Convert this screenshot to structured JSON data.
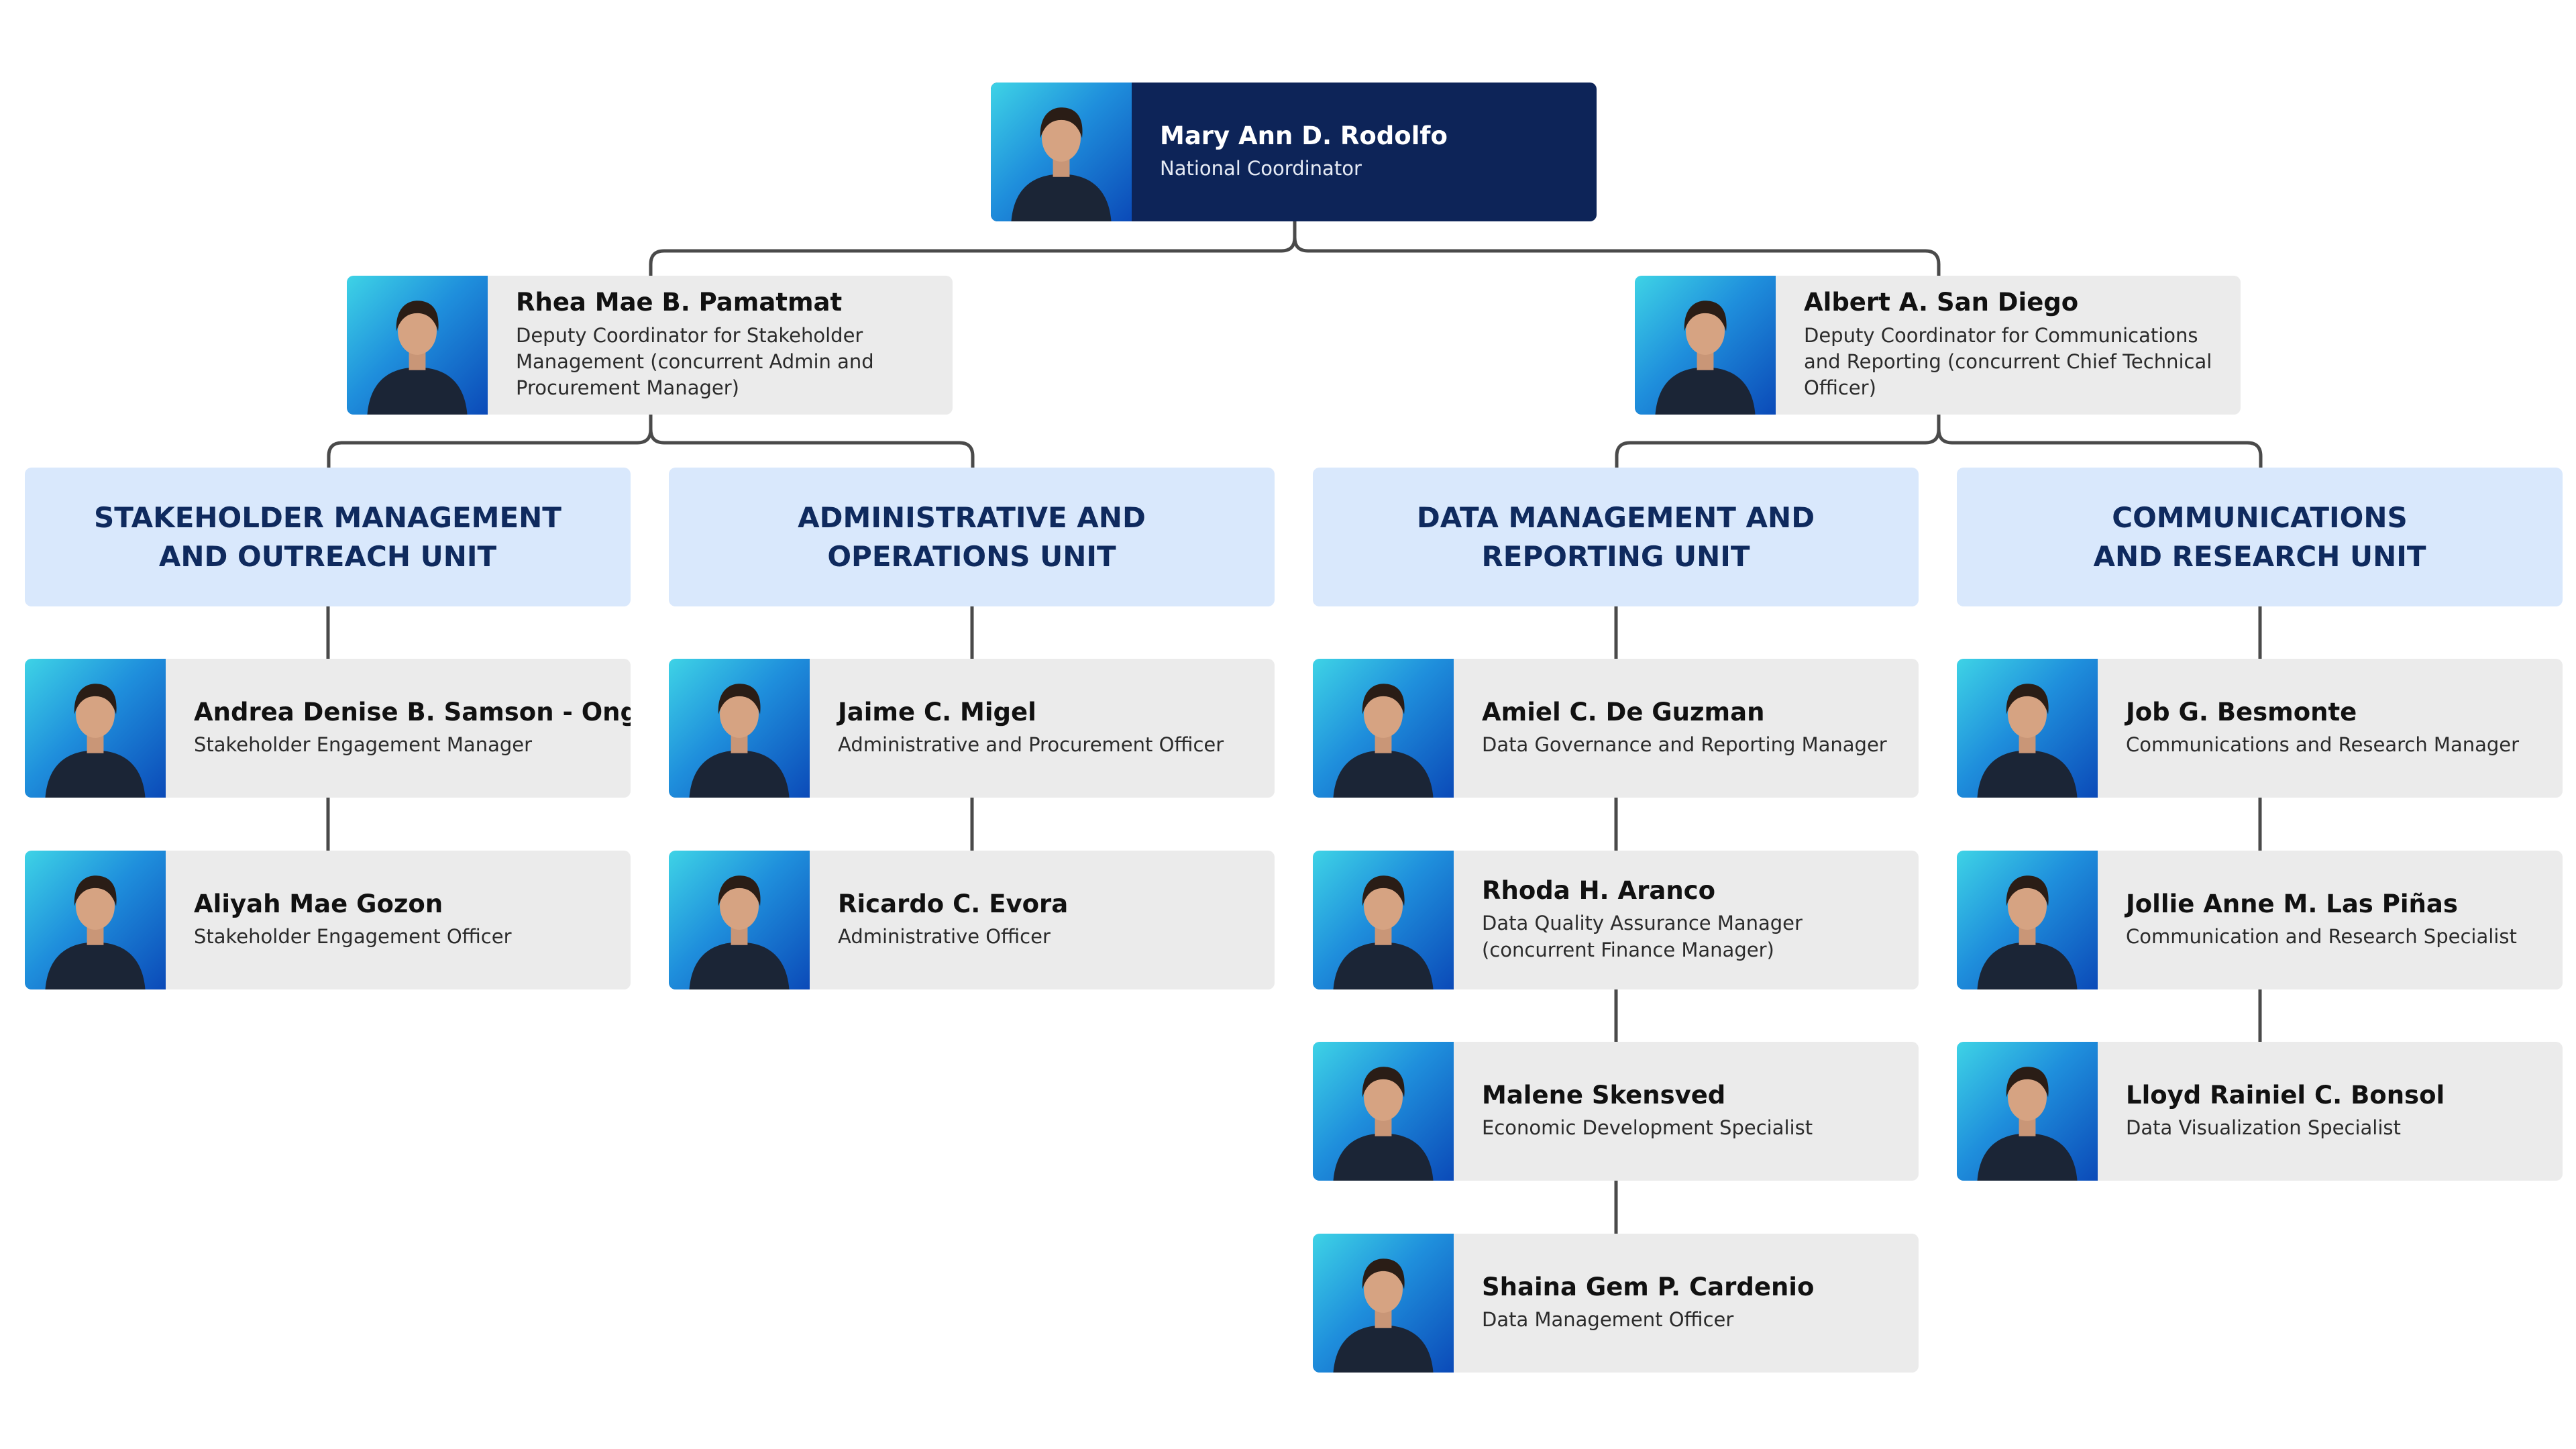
{
  "colors": {
    "top_card": "#0d2458",
    "person_card": "#ebebeb",
    "unit_card": "#d9e8fc",
    "unit_text": "#0f2a5e",
    "connector": "#4a4a4a",
    "photo_gradient": [
      "#3ed3e6",
      "#1f8fdc",
      "#0b4ab8"
    ]
  },
  "head": {
    "name": "Mary Ann D. Rodolfo",
    "role": "National Coordinator",
    "photo_icon": "person-photo"
  },
  "deputies": [
    {
      "name": "Rhea Mae B. Pamatmat",
      "role": "Deputy Coordinator for Stakeholder Management (concurrent Admin and Procurement Manager)",
      "photo_icon": "person-photo"
    },
    {
      "name": "Albert A. San Diego",
      "role": "Deputy Coordinator for Communications and Reporting (concurrent Chief Technical Officer)",
      "photo_icon": "person-photo"
    }
  ],
  "units": [
    {
      "title": "STAKEHOLDER MANAGEMENT\nAND OUTREACH UNIT",
      "members": [
        {
          "name": "Andrea Denise B. Samson - Ong",
          "role": "Stakeholder Engagement Manager"
        },
        {
          "name": "Aliyah Mae Gozon",
          "role": "Stakeholder Engagement Officer"
        }
      ]
    },
    {
      "title": "ADMINISTRATIVE AND\nOPERATIONS UNIT",
      "members": [
        {
          "name": "Jaime C. Migel",
          "role": "Administrative and Procurement Officer"
        },
        {
          "name": "Ricardo C. Evora",
          "role": "Administrative Officer"
        }
      ]
    },
    {
      "title": "DATA MANAGEMENT AND\nREPORTING UNIT",
      "members": [
        {
          "name": "Amiel C. De Guzman",
          "role": "Data Governance and Reporting Manager"
        },
        {
          "name": "Rhoda H. Aranco",
          "role": "Data Quality Assurance Manager (concurrent Finance Manager)"
        },
        {
          "name": "Malene Skensved",
          "role": "Economic Development Specialist"
        },
        {
          "name": "Shaina Gem P. Cardenio",
          "role": "Data Management Officer"
        }
      ]
    },
    {
      "title": "COMMUNICATIONS\nAND RESEARCH UNIT",
      "members": [
        {
          "name": "Job G. Besmonte",
          "role": "Communications and Research Manager"
        },
        {
          "name": "Jollie Anne M. Las Piñas",
          "role": "Communication and Research Specialist"
        },
        {
          "name": "Lloyd Rainiel C. Bonsol",
          "role": "Data Visualization Specialist"
        }
      ]
    }
  ]
}
